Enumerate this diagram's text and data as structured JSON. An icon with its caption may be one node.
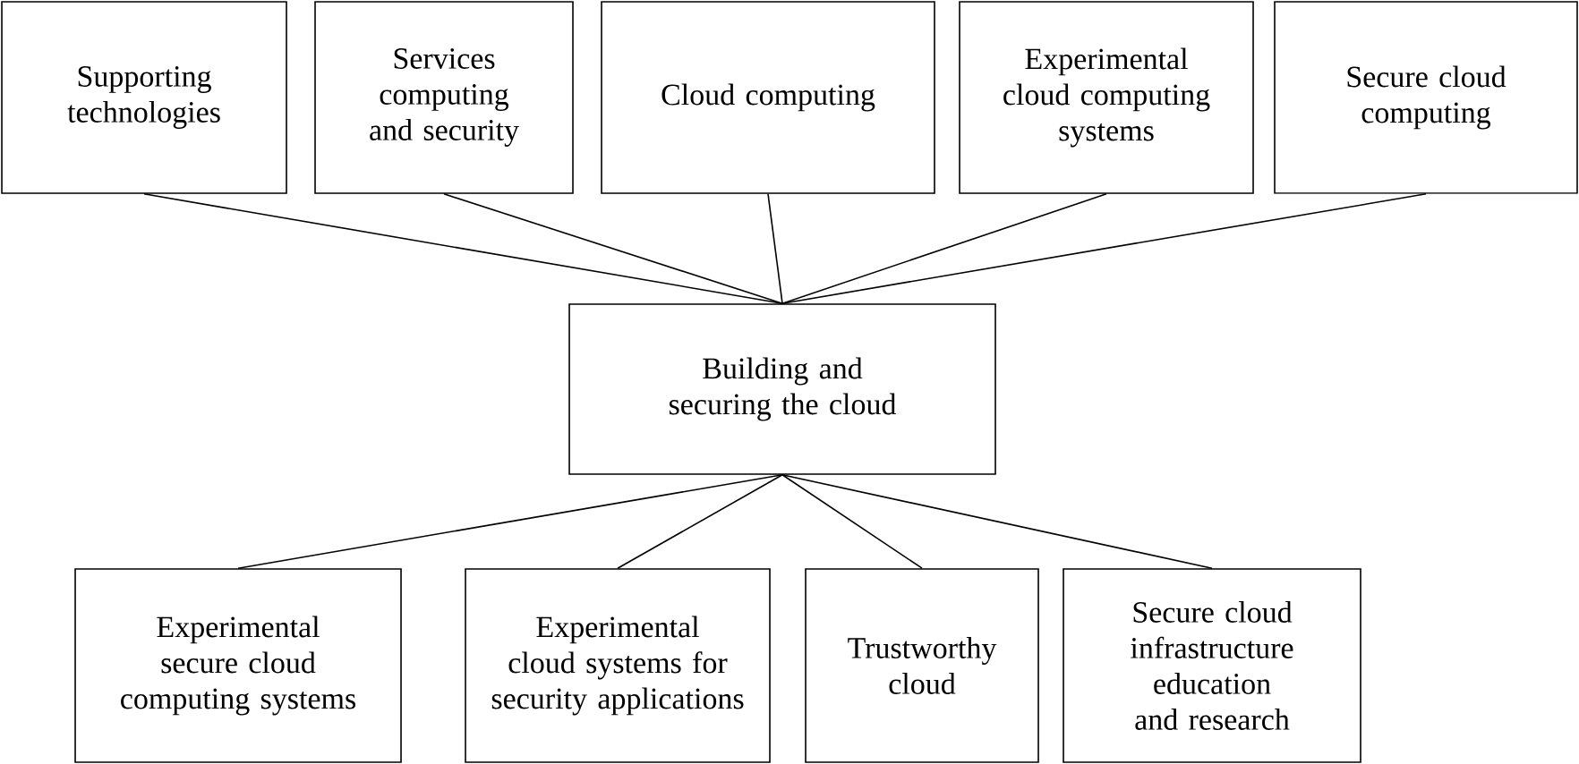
{
  "diagram": {
    "nodes": [
      {
        "text": [
          "Supporting technologies"
        ]
      },
      {
        "text": [
          "Services computing and security"
        ]
      },
      {
        "text": [
          "Cloud computing"
        ]
      },
      {
        "text": [
          "Experimental cloud computing systems"
        ]
      },
      {
        "text": [
          "Secure cloud computing"
        ]
      },
      {
        "text": [
          "Building and securing the cloud"
        ]
      },
      {
        "text": [
          "Experimental secure cloud computing systems"
        ]
      },
      {
        "text": [
          "Experimental cloud systems for security applications"
        ]
      },
      {
        "text": [
          "Trustworthy cloud"
        ]
      },
      {
        "text": [
          "Secure cloud infrastructure education and research"
        ]
      }
    ],
    "edges": [
      {
        "from": 0,
        "to": 5,
        "arrow": "none"
      },
      {
        "from": 1,
        "to": 5,
        "arrow": "none"
      },
      {
        "from": 2,
        "to": 5,
        "arrow": "none"
      },
      {
        "from": 3,
        "to": 5,
        "arrow": "none"
      },
      {
        "from": 4,
        "to": 5,
        "arrow": "none"
      },
      {
        "from": 5,
        "to": 6,
        "arrow": "none"
      },
      {
        "from": 5,
        "to": 7,
        "arrow": "none"
      },
      {
        "from": 5,
        "to": 8,
        "arrow": "none"
      },
      {
        "from": 5,
        "to": 9,
        "arrow": "none"
      }
    ]
  }
}
